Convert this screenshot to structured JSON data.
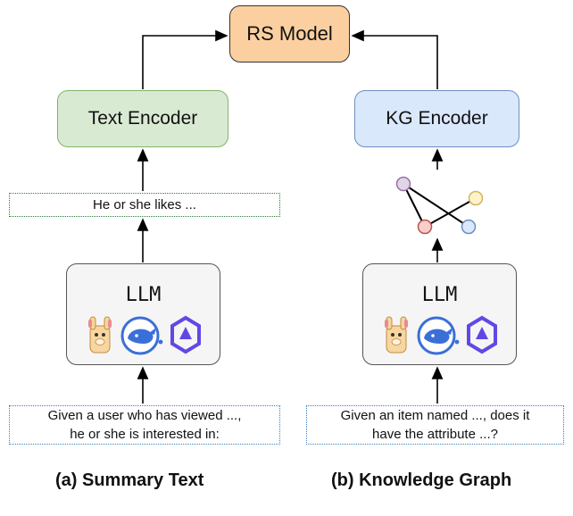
{
  "rs_model": {
    "label": "RS Model"
  },
  "text_encoder": {
    "label": "Text Encoder"
  },
  "kg_encoder": {
    "label": "KG Encoder"
  },
  "summary_output": {
    "text": "He or she likes ..."
  },
  "llm_left": {
    "label": "LLM",
    "icons": [
      "llama-icon",
      "deepseek-whale-icon",
      "qwen-icon"
    ]
  },
  "llm_right": {
    "label": "LLM",
    "icons": [
      "llama-icon",
      "deepseek-whale-icon",
      "qwen-icon"
    ]
  },
  "prompt_left": {
    "line1": "Given a user who has viewed ...,",
    "line2": "he or she is interested in:"
  },
  "prompt_right": {
    "line1": "Given an item named ...,  does it",
    "line2": "have the attribute ...?"
  },
  "captions": {
    "left": "(a) Summary Text",
    "right": "(b) Knowledge Graph"
  },
  "graph": {
    "nodes": [
      {
        "id": "purple",
        "color": "#e1d5e7"
      },
      {
        "id": "yellow",
        "color": "#fff2cc"
      },
      {
        "id": "red",
        "color": "#f8cecc"
      },
      {
        "id": "blue",
        "color": "#dae8fc"
      }
    ],
    "edges": [
      [
        "purple",
        "red"
      ],
      [
        "purple",
        "blue"
      ],
      [
        "red",
        "yellow"
      ]
    ]
  }
}
